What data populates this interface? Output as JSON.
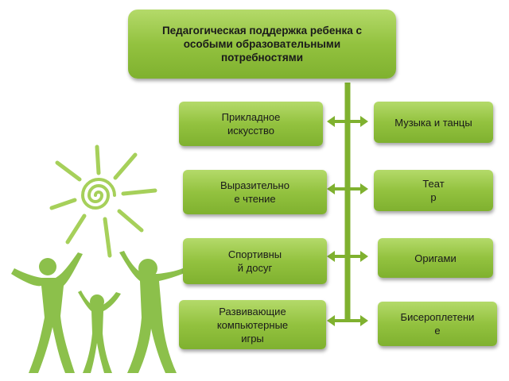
{
  "title": "Педагогическая поддержка ребенка с\nособыми образовательными\nпотребностями",
  "left_items": [
    "Прикладное\nискусство",
    "Выразительно\nе чтение",
    "Спортивны\nй досуг",
    "Развивающие\nкомпьютерные\nигры"
  ],
  "right_items": [
    "Музыка и танцы",
    "Теат\nр",
    "Оригами",
    "Бисероплетени\nе"
  ],
  "colors": {
    "box_green": "#93c23f",
    "connector_green": "#7fb12f",
    "figure_green": "#8cc04b"
  },
  "icons": [
    "sun-icon",
    "family-figures-icon",
    "double-arrow-icon"
  ]
}
